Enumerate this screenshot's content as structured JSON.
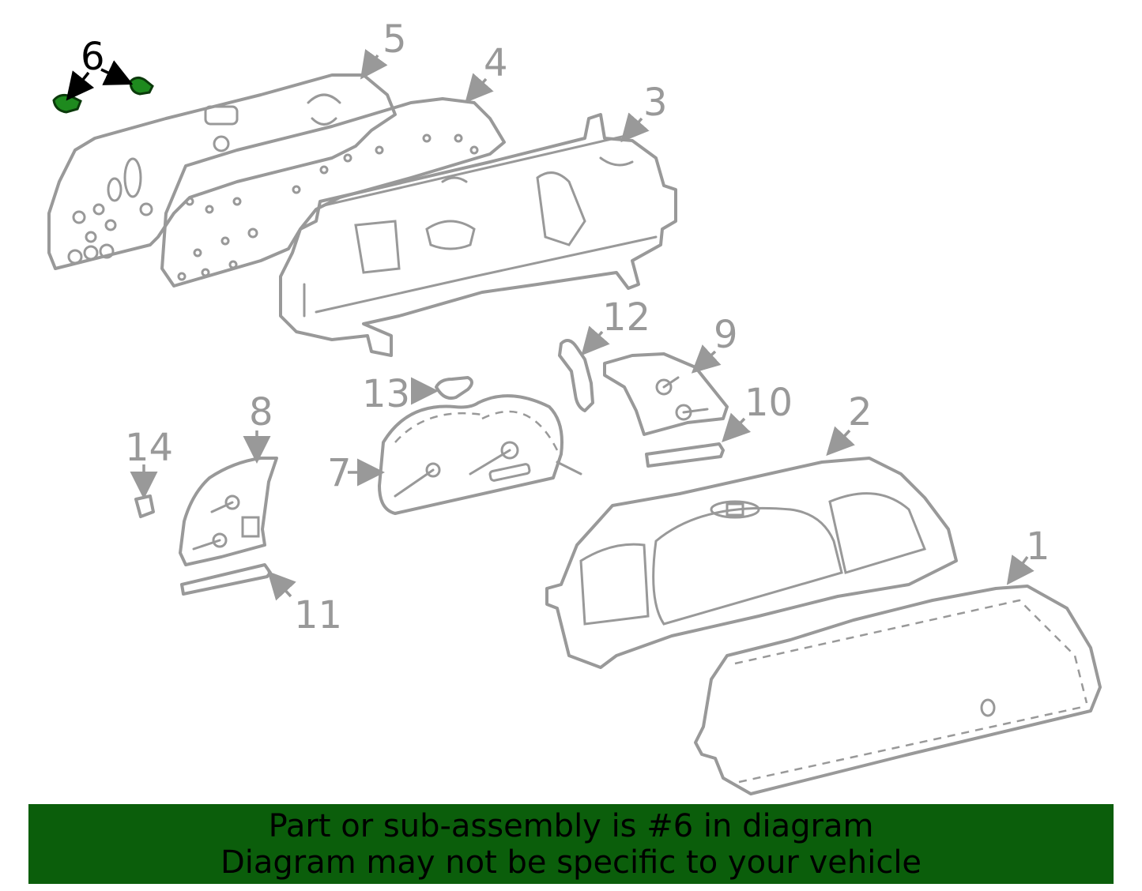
{
  "labels": {
    "p1": "1",
    "p2": "2",
    "p3": "3",
    "p4": "4",
    "p5": "5",
    "p6": "6",
    "p7": "7",
    "p8": "8",
    "p9": "9",
    "p10": "10",
    "p11": "11",
    "p12": "12",
    "p13": "13",
    "p14": "14"
  },
  "highlight_part": "6",
  "colors": {
    "part_stroke": "#999999",
    "highlight": "#1e8a1e",
    "banner_bg": "#0b5e0b"
  },
  "banner": {
    "line1": "Part or sub-assembly is #6 in diagram",
    "line2": "Diagram may not be specific to your vehicle"
  }
}
